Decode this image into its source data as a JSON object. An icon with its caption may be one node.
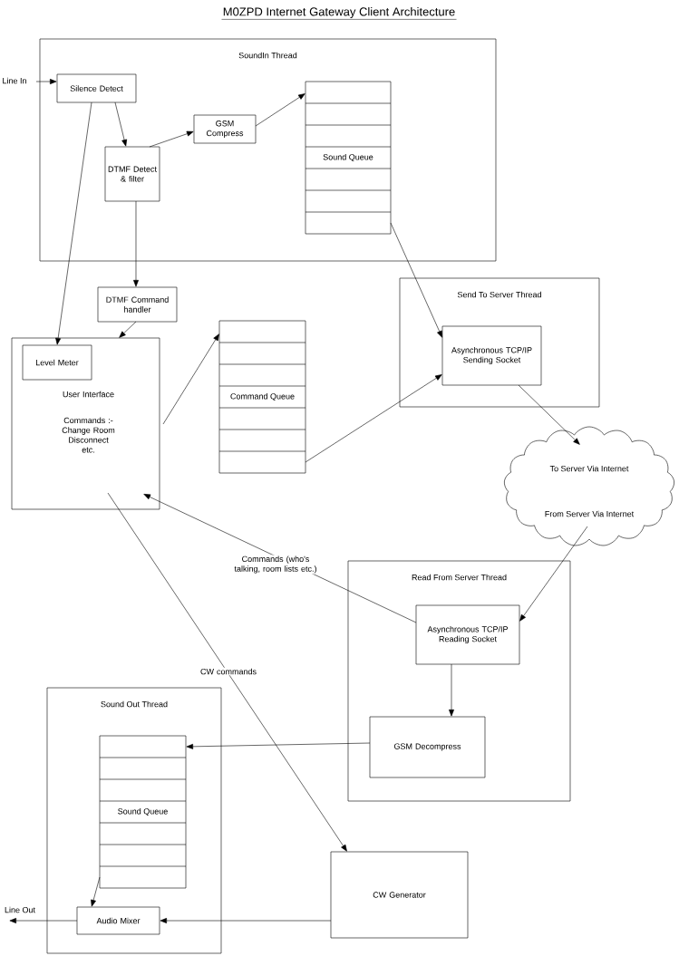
{
  "diagram": {
    "title": "M0ZPD Internet Gateway Client Architecture",
    "nodes": [
      {
        "text": [
          "SoundIn Thread"
        ]
      },
      {
        "text": [
          "Line In"
        ]
      },
      {
        "text": [
          "Silence Detect"
        ],
        "in": 0
      },
      {
        "text": [
          "DTMF Detect & filter"
        ],
        "in": 0
      },
      {
        "text": [
          "GSM Compress"
        ],
        "in": 0
      },
      {
        "text": [
          "Sound Queue"
        ],
        "in": 0
      },
      {
        "text": [
          "DTMF Command handler"
        ]
      },
      {
        "text": [
          "User Interface",
          "Commands :- Change Room Disconnect etc."
        ]
      },
      {
        "text": [
          "Level Meter"
        ],
        "in": 7
      },
      {
        "text": [
          "Command Queue"
        ]
      },
      {
        "text": [
          "Send To Server Thread"
        ]
      },
      {
        "text": [
          "Asynchronous TCP/IP Sending Socket"
        ],
        "in": 10
      },
      {
        "text": [
          "To Server Via Internet",
          "From Server Via Internet"
        ]
      },
      {
        "text": [
          "Read From Server Thread"
        ]
      },
      {
        "text": [
          "Asynchronous TCP/IP Reading Socket"
        ],
        "in": 13
      },
      {
        "text": [
          "GSM Decompress"
        ],
        "in": 13
      },
      {
        "text": [
          "Sound Out Thread"
        ]
      },
      {
        "text": [
          "Sound Queue"
        ],
        "in": 16
      },
      {
        "text": [
          "Audio Mixer"
        ],
        "in": 16
      },
      {
        "text": [
          "CW Generator"
        ]
      },
      {
        "text": [
          "Line Out"
        ]
      }
    ],
    "edges": [
      {
        "from": 1,
        "to": 2,
        "arrow": "to"
      },
      {
        "from": 2,
        "to": 3,
        "arrow": "to"
      },
      {
        "from": 2,
        "to": 8,
        "arrow": "to"
      },
      {
        "from": 3,
        "to": 4,
        "arrow": "to"
      },
      {
        "from": 4,
        "to": 5,
        "arrow": "to"
      },
      {
        "from": 3,
        "to": 6,
        "arrow": "to"
      },
      {
        "from": 6,
        "to": 7,
        "arrow": "to"
      },
      {
        "from": 7,
        "to": 9,
        "arrow": "to"
      },
      {
        "from": 5,
        "to": 11,
        "arrow": "to"
      },
      {
        "from": 9,
        "to": 11,
        "arrow": "to"
      },
      {
        "from": 11,
        "to": 12,
        "arrow": "to"
      },
      {
        "from": 12,
        "to": 14,
        "arrow": "to"
      },
      {
        "from": 14,
        "to": 7,
        "arrow": "to",
        "label": "Commands (who's talking, room lists etc.)"
      },
      {
        "from": 14,
        "to": 15,
        "arrow": "to"
      },
      {
        "from": 15,
        "to": 17,
        "arrow": "to"
      },
      {
        "from": 7,
        "to": 19,
        "arrow": "to",
        "label": "CW commands"
      },
      {
        "from": 17,
        "to": 18,
        "arrow": "to"
      },
      {
        "from": 19,
        "to": 18,
        "arrow": "to"
      },
      {
        "from": 18,
        "to": 20,
        "arrow": "to"
      }
    ]
  }
}
